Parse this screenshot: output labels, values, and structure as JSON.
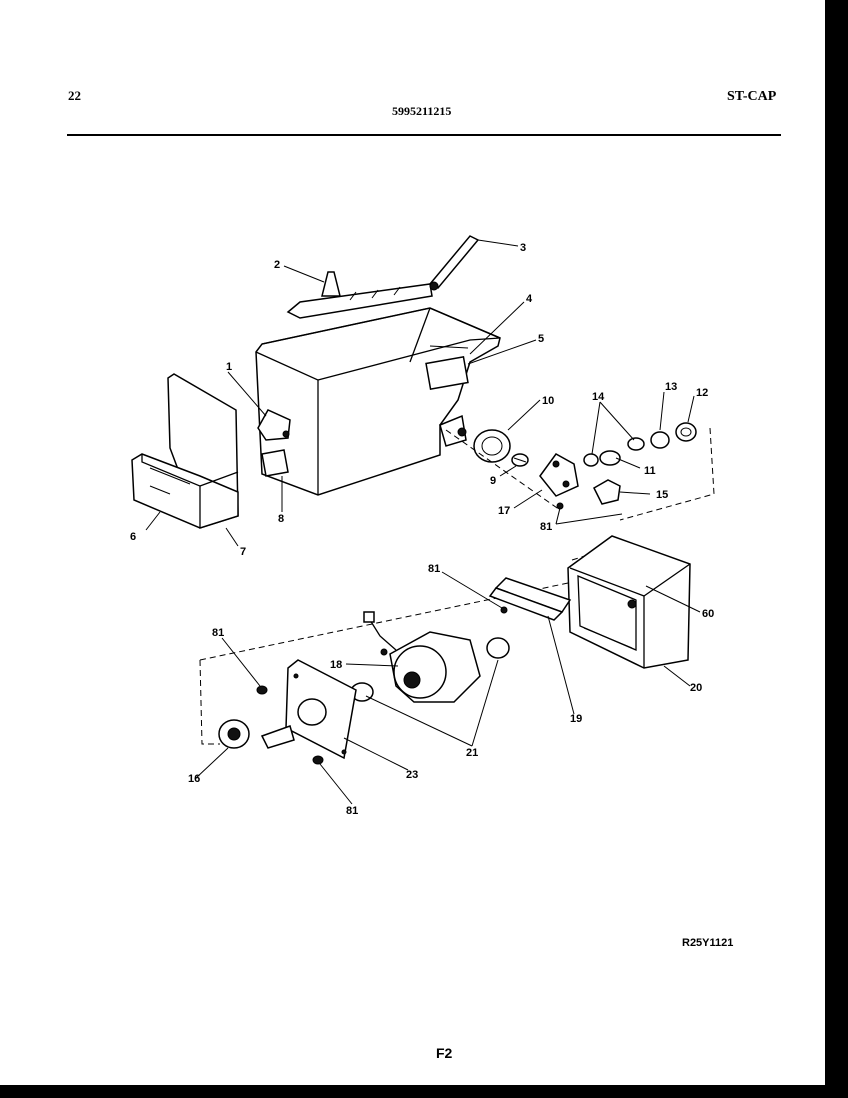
{
  "header": {
    "page_number": "22",
    "model_number": "5995211215",
    "brand": "ST-CAP"
  },
  "reference_code": "R25Y1121",
  "footer": {
    "figure_id": "F2"
  },
  "callouts": [
    "1",
    "2",
    "3",
    "4",
    "5",
    "6",
    "7",
    "8",
    "9",
    "10",
    "11",
    "12",
    "13",
    "14",
    "15",
    "16",
    "17",
    "18",
    "19",
    "20",
    "21",
    "23",
    "60",
    "81"
  ]
}
